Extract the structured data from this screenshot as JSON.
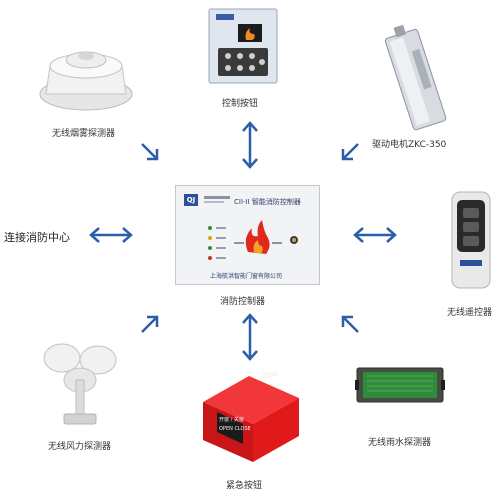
{
  "colors": {
    "arrow": "#2a5fa8",
    "panel_bg": "#f2f3f5",
    "button_red": "#e0191a",
    "sensor_green": "#2f8a3a",
    "brand_blue": "#2c4f9e"
  },
  "nodes": {
    "control_button": {
      "label": "控制按钮"
    },
    "drive_motor": {
      "label": "驱动电机ZKC-350"
    },
    "smoke_detector": {
      "label": "无线烟雾探测器"
    },
    "fire_center": {
      "label": "连接消防中心"
    },
    "controller": {
      "label": "消防控制器",
      "title": "CII-II 智能消防控制器",
      "company": "上海航洪智能门窗有限公司",
      "logo": "QJ"
    },
    "remote": {
      "label": "无线遥控器"
    },
    "wind_detector": {
      "label": "无线风力探测器"
    },
    "emergency_button": {
      "label": "紧急按钮",
      "face_top": "开窗 / 关窗",
      "face_bottom": "OPEN  CLOSE"
    },
    "rain_detector": {
      "label": "无线雨水探测器"
    }
  },
  "icons": {
    "arrow_up_down": "double-arrow-vertical",
    "arrow_left_right": "double-arrow-horizontal",
    "arrow_diagonal": "arrow-diagonal"
  }
}
